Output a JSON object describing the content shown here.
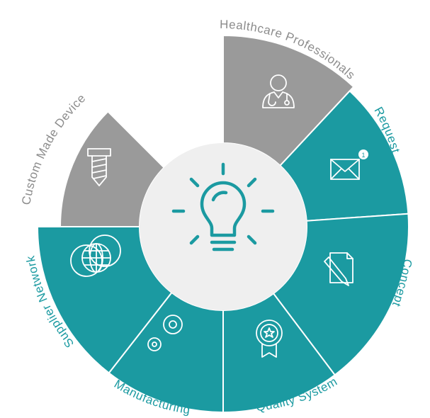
{
  "diagram": {
    "colors": {
      "teal": "#1b9aa1",
      "gray": "#9a9a9a",
      "gray_text": "#8c8c8c",
      "center": "#efefef",
      "white": "#ffffff"
    },
    "segments": [
      {
        "id": "healthcare-professionals",
        "label": "Healthcare Professionals",
        "icon": "doctor-icon",
        "fill": "gray"
      },
      {
        "id": "request",
        "label": "Request",
        "icon": "envelope-notification-icon",
        "fill": "teal"
      },
      {
        "id": "concept",
        "label": "Concept",
        "icon": "document-pencil-icon",
        "fill": "teal"
      },
      {
        "id": "quality-system",
        "label": "Quality System",
        "icon": "award-badge-icon",
        "fill": "teal"
      },
      {
        "id": "manufacturing",
        "label": "Manufacturing",
        "icon": "gears-icon",
        "fill": "teal"
      },
      {
        "id": "supplier-network",
        "label": "Supplier Network",
        "icon": "globe-network-icon",
        "fill": "teal"
      },
      {
        "id": "custom-made-device",
        "label": "Custom Made Device",
        "icon": "screw-icon",
        "fill": "gray"
      }
    ],
    "center_icon": "lightbulb-icon"
  }
}
